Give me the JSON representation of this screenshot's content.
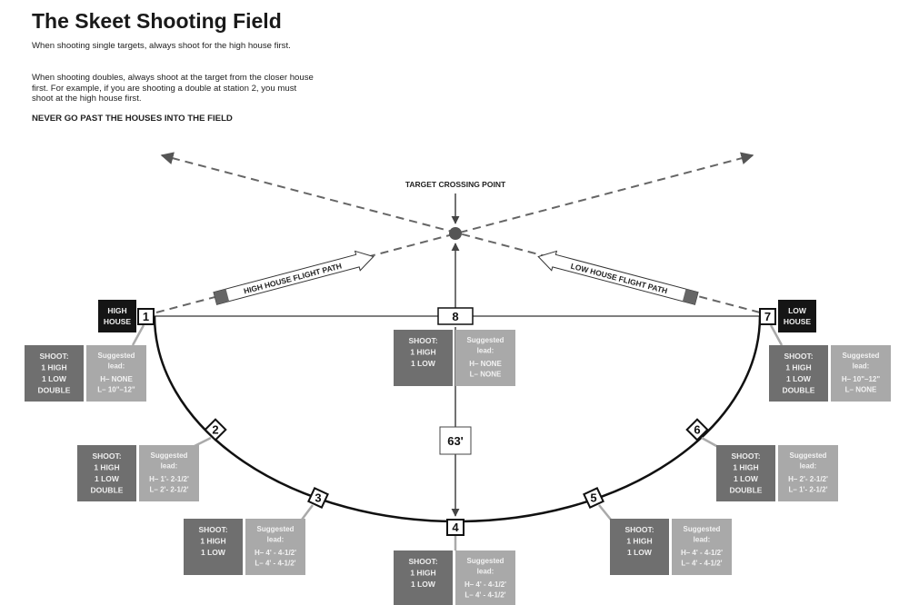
{
  "title": "The Skeet Shooting Field",
  "paragraphs": [
    "When shooting single targets, always shoot for the high house first.",
    "When shooting doubles, always shoot at the target from the closer house first. For example, if you are shooting a double at station 2, you must shoot at the high house first."
  ],
  "warning": "NEVER GO PAST THE HOUSES INTO THE FIELD",
  "labels": {
    "crossing": "TARGET CROSSING POINT",
    "high_path": "HIGH HOUSE FLIGHT PATH",
    "low_path": "LOW HOUSE FLIGHT PATH",
    "high_house": [
      "HIGH",
      "HOUSE"
    ],
    "low_house": [
      "LOW",
      "HOUSE"
    ],
    "distance": "63'"
  },
  "colors": {
    "shoot_box": "#6f6f6f",
    "lead_box": "#a9a9a9",
    "house": "#151515"
  },
  "stations": [
    {
      "num": "1",
      "shoot": [
        "SHOOT:",
        "1 HIGH",
        "1 LOW",
        "DOUBLE"
      ],
      "lead": [
        "Suggested",
        "lead:",
        "H– NONE",
        "L– 10\"–12\""
      ]
    },
    {
      "num": "2",
      "shoot": [
        "SHOOT:",
        "1 HIGH",
        "1 LOW",
        "DOUBLE"
      ],
      "lead": [
        "Suggested",
        "lead:",
        "H– 1'- 2-1/2'",
        "L– 2'- 2-1/2'"
      ]
    },
    {
      "num": "3",
      "shoot": [
        "SHOOT:",
        "1 HIGH",
        "1 LOW",
        ""
      ],
      "lead": [
        "Suggested",
        "lead:",
        "H– 4' - 4-1/2'",
        "L– 4' - 4-1/2'"
      ]
    },
    {
      "num": "4",
      "shoot": [
        "SHOOT:",
        "1 HIGH",
        "1 LOW",
        ""
      ],
      "lead": [
        "Suggested",
        "lead:",
        "H– 4' - 4-1/2'",
        "L– 4' - 4-1/2'"
      ]
    },
    {
      "num": "5",
      "shoot": [
        "SHOOT:",
        "1 HIGH",
        "1 LOW",
        ""
      ],
      "lead": [
        "Suggested",
        "lead:",
        "H– 4' - 4-1/2'",
        "L– 4' - 4-1/2'"
      ]
    },
    {
      "num": "6",
      "shoot": [
        "SHOOT:",
        "1 HIGH",
        "1 LOW",
        "DOUBLE"
      ],
      "lead": [
        "Suggested",
        "lead:",
        "H– 2'- 2-1/2'",
        "L– 1'- 2-1/2'"
      ]
    },
    {
      "num": "7",
      "shoot": [
        "SHOOT:",
        "1 HIGH",
        "1 LOW",
        "DOUBLE"
      ],
      "lead": [
        "Suggested",
        "lead:",
        "H– 10\"–12\"",
        "L– NONE"
      ]
    },
    {
      "num": "8",
      "shoot": [
        "SHOOT:",
        "1 HIGH",
        "1 LOW",
        ""
      ],
      "lead": [
        "Suggested",
        "lead:",
        "H– NONE",
        "L– NONE"
      ]
    }
  ]
}
